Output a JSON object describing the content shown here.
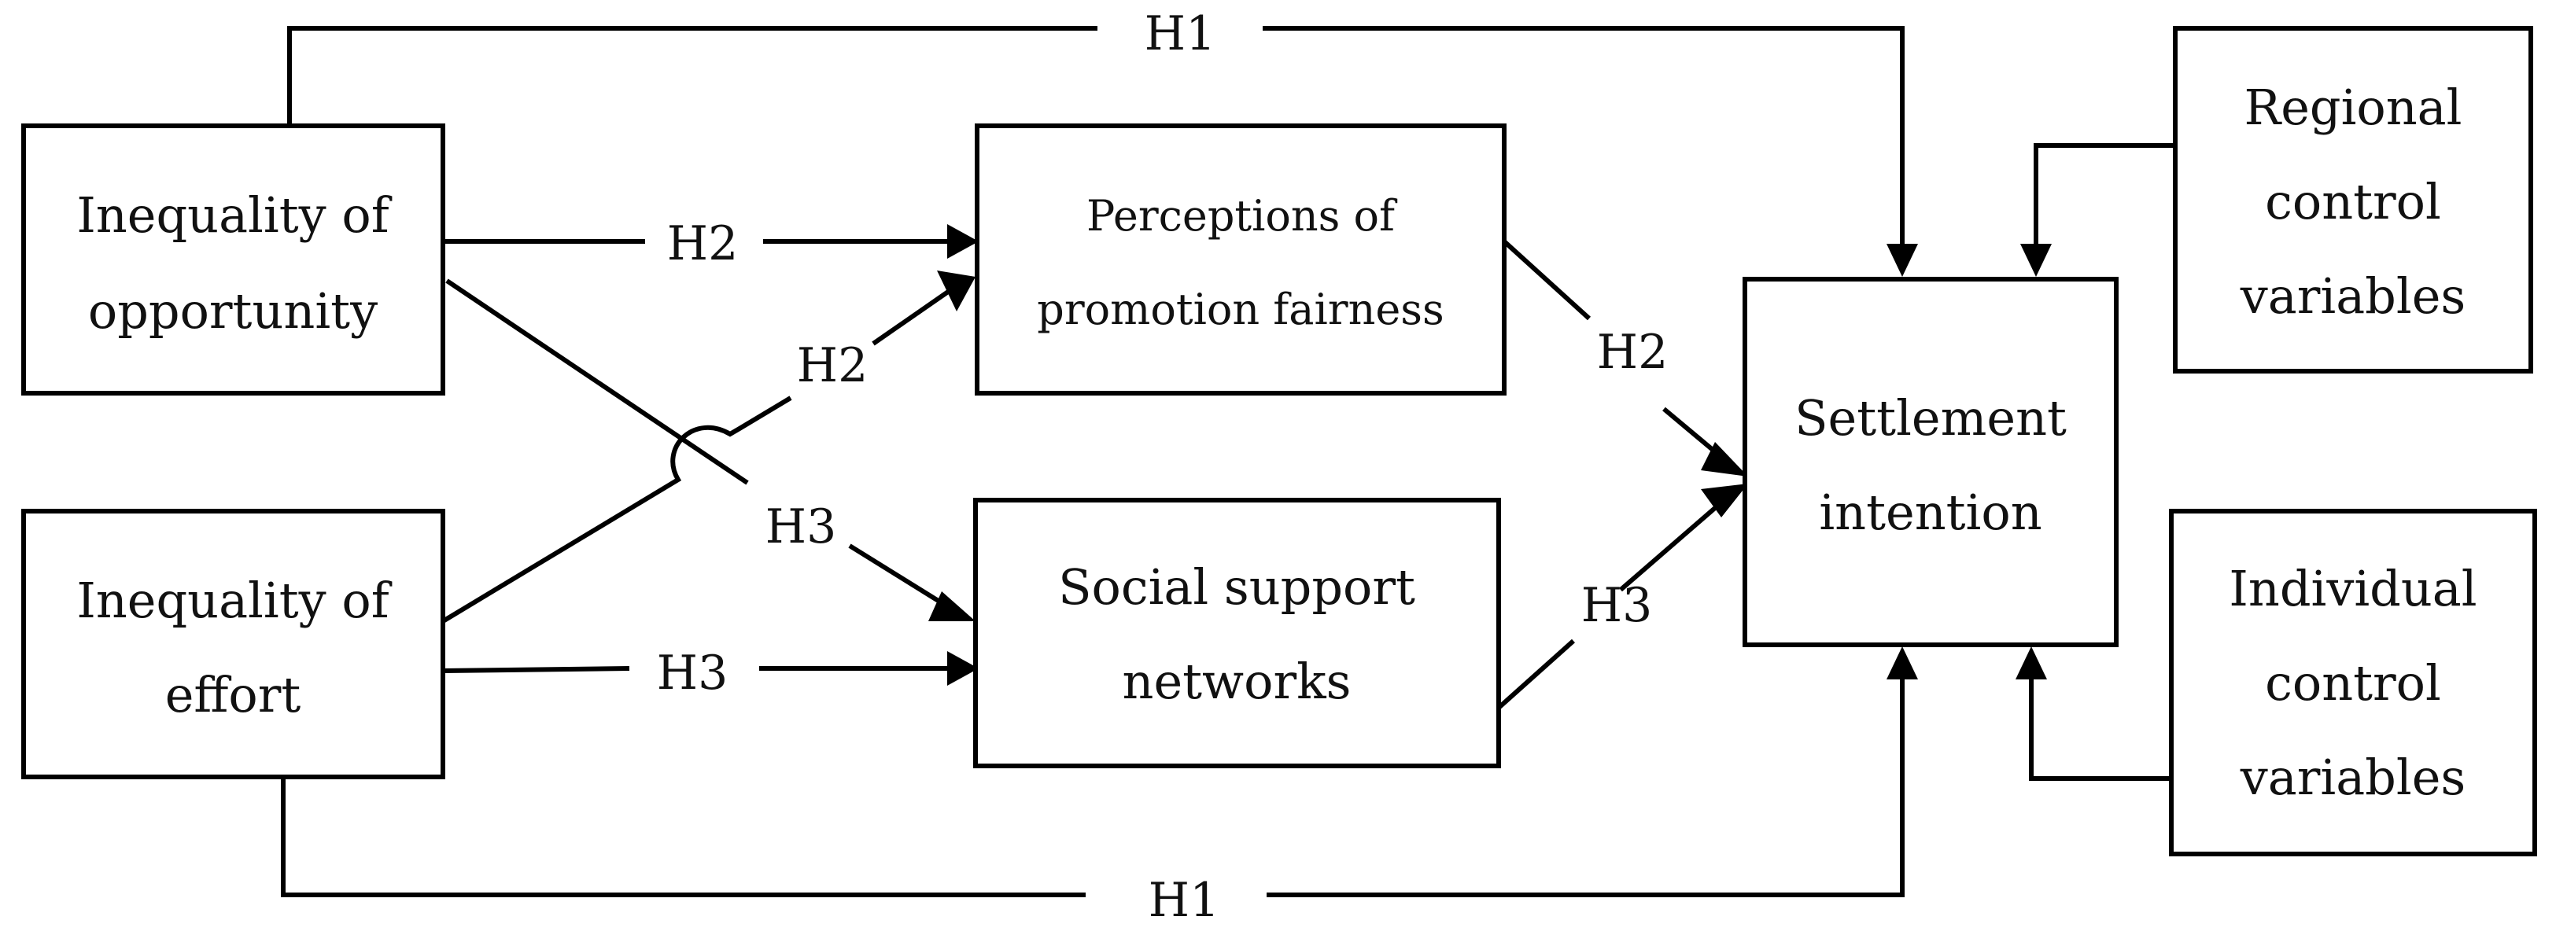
{
  "diagram": {
    "nodes": {
      "inequality_opportunity": {
        "line1": "Inequality of",
        "line2": "opportunity"
      },
      "inequality_effort": {
        "line1": "Inequality of",
        "line2": "effort"
      },
      "perceptions_promotion_fairness": {
        "line1": "Perceptions of",
        "line2": "promotion fairness"
      },
      "social_support_networks": {
        "line1": "Social support",
        "line2": "networks"
      },
      "settlement_intention": {
        "line1": "Settlement",
        "line2": "intention"
      },
      "regional_controls": {
        "line1": "Regional",
        "line2": "control",
        "line3": "variables"
      },
      "individual_controls": {
        "line1": "Individual",
        "line2": "control",
        "line3": "variables"
      }
    },
    "edge_labels": {
      "h1_top": "H1",
      "h1_bottom": "H1",
      "h2_opp_perc": "H2",
      "h2_eff_perc": "H2",
      "h2_perc_settle": "H2",
      "h3_opp_social": "H3",
      "h3_eff_social": "H3",
      "h3_social_settle": "H3"
    }
  }
}
